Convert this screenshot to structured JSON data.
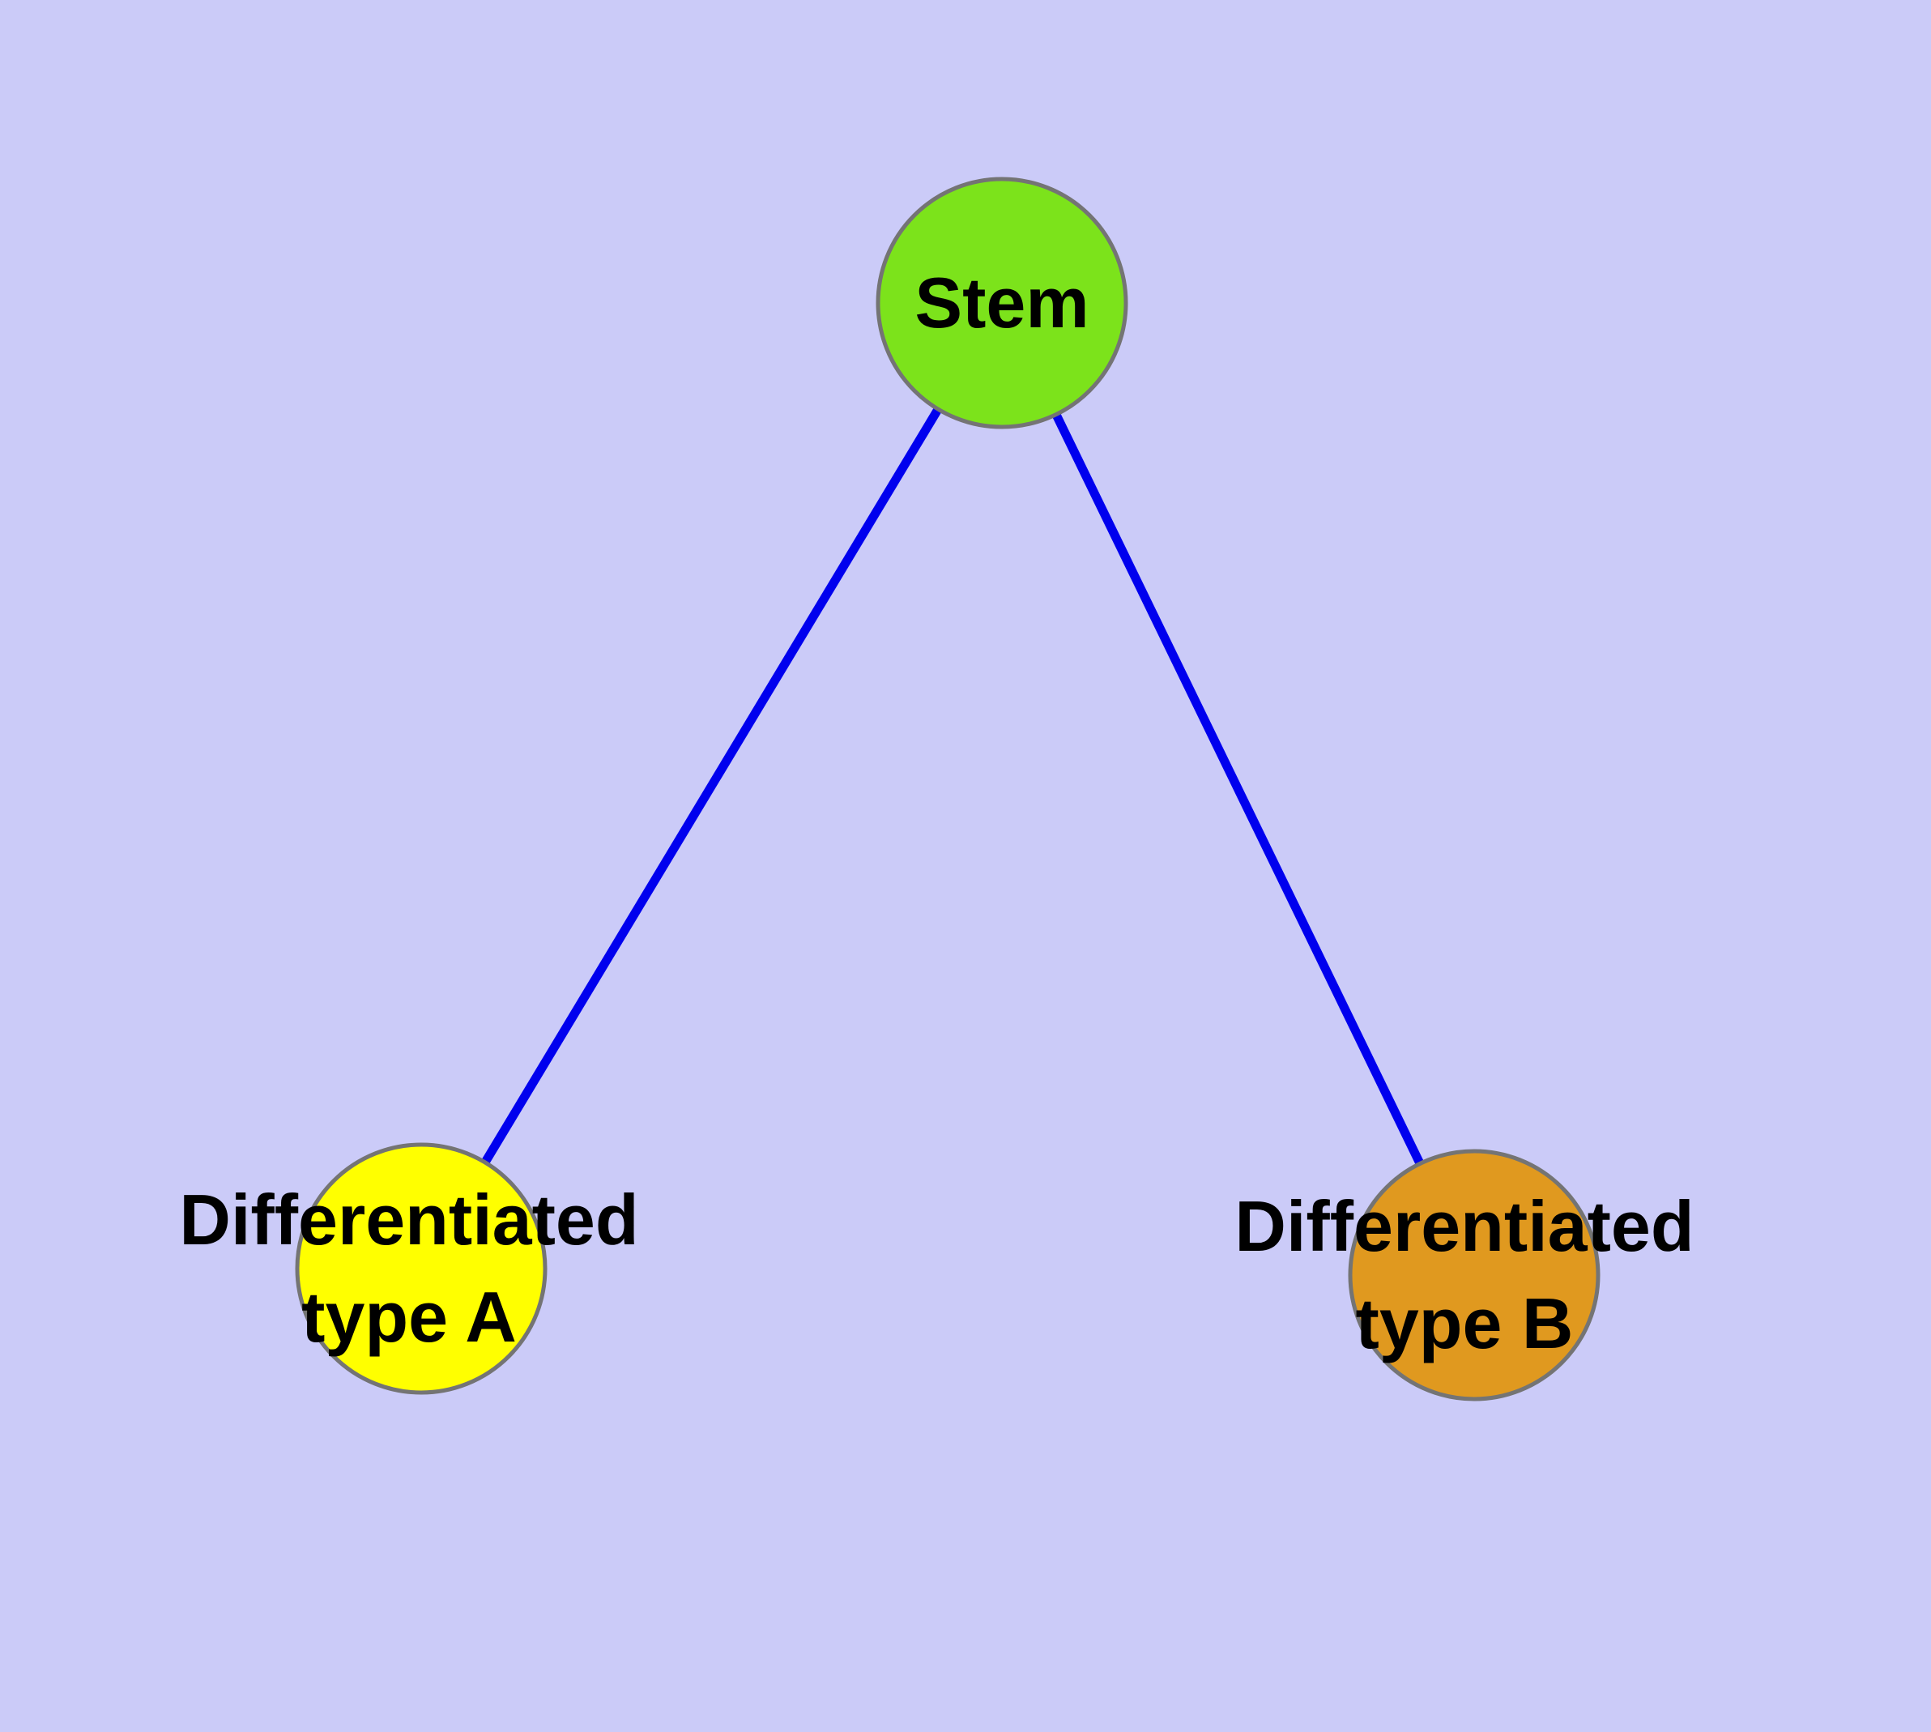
{
  "diagram": {
    "background_color": "#cbcbf8",
    "edge_color": "#0000ee",
    "node_border_color": "#747474",
    "label_color": "#000000",
    "nodes": [
      {
        "id": "stem",
        "label": "Stem",
        "color": "#7ce31b"
      },
      {
        "id": "type-a",
        "label_line1": "Differentiated",
        "label_line2": "type A",
        "color": "#ffff00"
      },
      {
        "id": "type-b",
        "label_line1": "Differentiated",
        "label_line2": "type B",
        "color": "#e0991f"
      }
    ],
    "edges": [
      {
        "from": "Stem",
        "to": "Differentiated type A"
      },
      {
        "from": "Stem",
        "to": "Differentiated type B"
      }
    ]
  }
}
